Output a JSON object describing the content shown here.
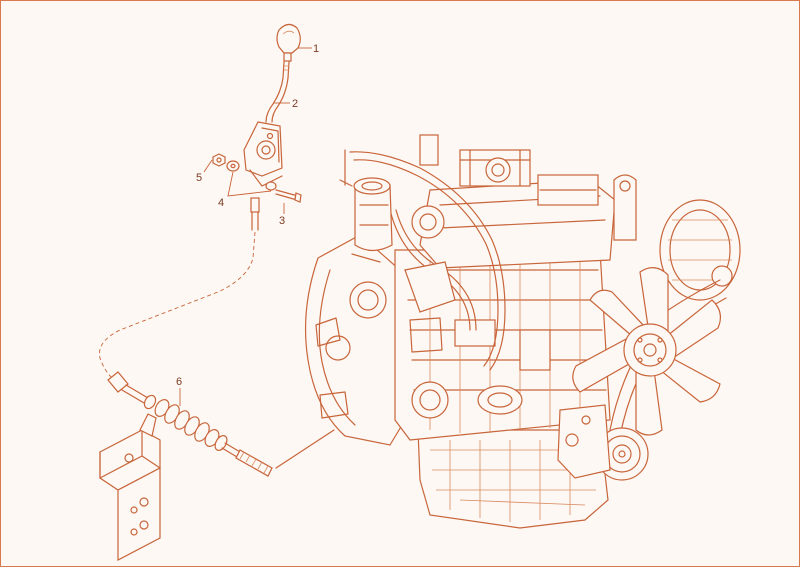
{
  "colors": {
    "line": "#c8653a",
    "background": "#fdf8f4",
    "text": "#7a3b22"
  },
  "callouts": [
    {
      "label": "1"
    },
    {
      "label": "2"
    },
    {
      "label": "3"
    },
    {
      "label": "4"
    },
    {
      "label": "5"
    },
    {
      "label": "6"
    }
  ]
}
